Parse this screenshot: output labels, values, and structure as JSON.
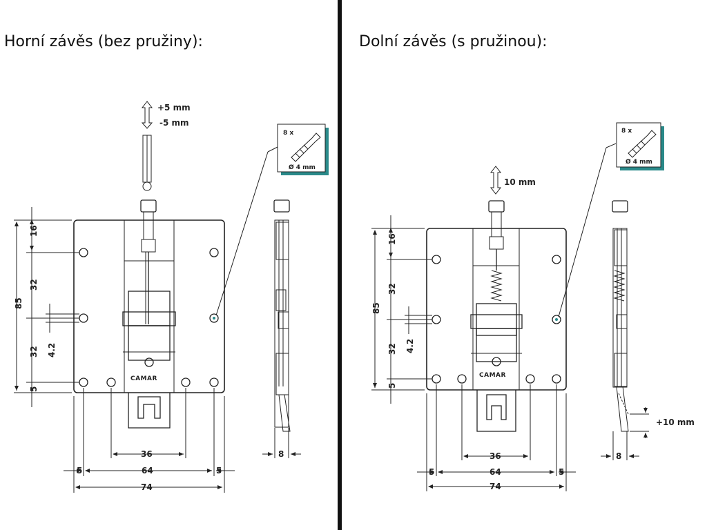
{
  "titles": {
    "left": "Horní závěs (bez pružiny):",
    "right": "Dolní závěs (s pružinou):"
  },
  "left": {
    "adjust_plus": "+5 mm",
    "adjust_minus": "-5 mm",
    "screw_count": "8 x",
    "screw_dia": "Ø 4 mm",
    "brand": "CAMAR",
    "dims": {
      "h16": "16",
      "h32a": "32",
      "h85": "85",
      "h42": "4.2",
      "h32b": "32",
      "h5": "5",
      "w36": "36",
      "w5a": "5",
      "w64": "64",
      "w5b": "5",
      "w74": "74",
      "side8": "8"
    }
  },
  "right": {
    "adjust": "10 mm",
    "screw_count": "8 x",
    "screw_dia": "Ø 4 mm",
    "brand": "CAMAR",
    "extra": "+10 mm",
    "dims": {
      "h16": "16",
      "h32a": "32",
      "h85": "85",
      "h42": "4.2",
      "h32b": "32",
      "h5": "5",
      "w36": "36",
      "w5a": "5",
      "w64": "64",
      "w5b": "5",
      "w74": "74",
      "side8": "8"
    }
  },
  "colors": {
    "ink": "#222222",
    "accent_box_shadow": "#2a8a8a",
    "divider": "#111111"
  }
}
